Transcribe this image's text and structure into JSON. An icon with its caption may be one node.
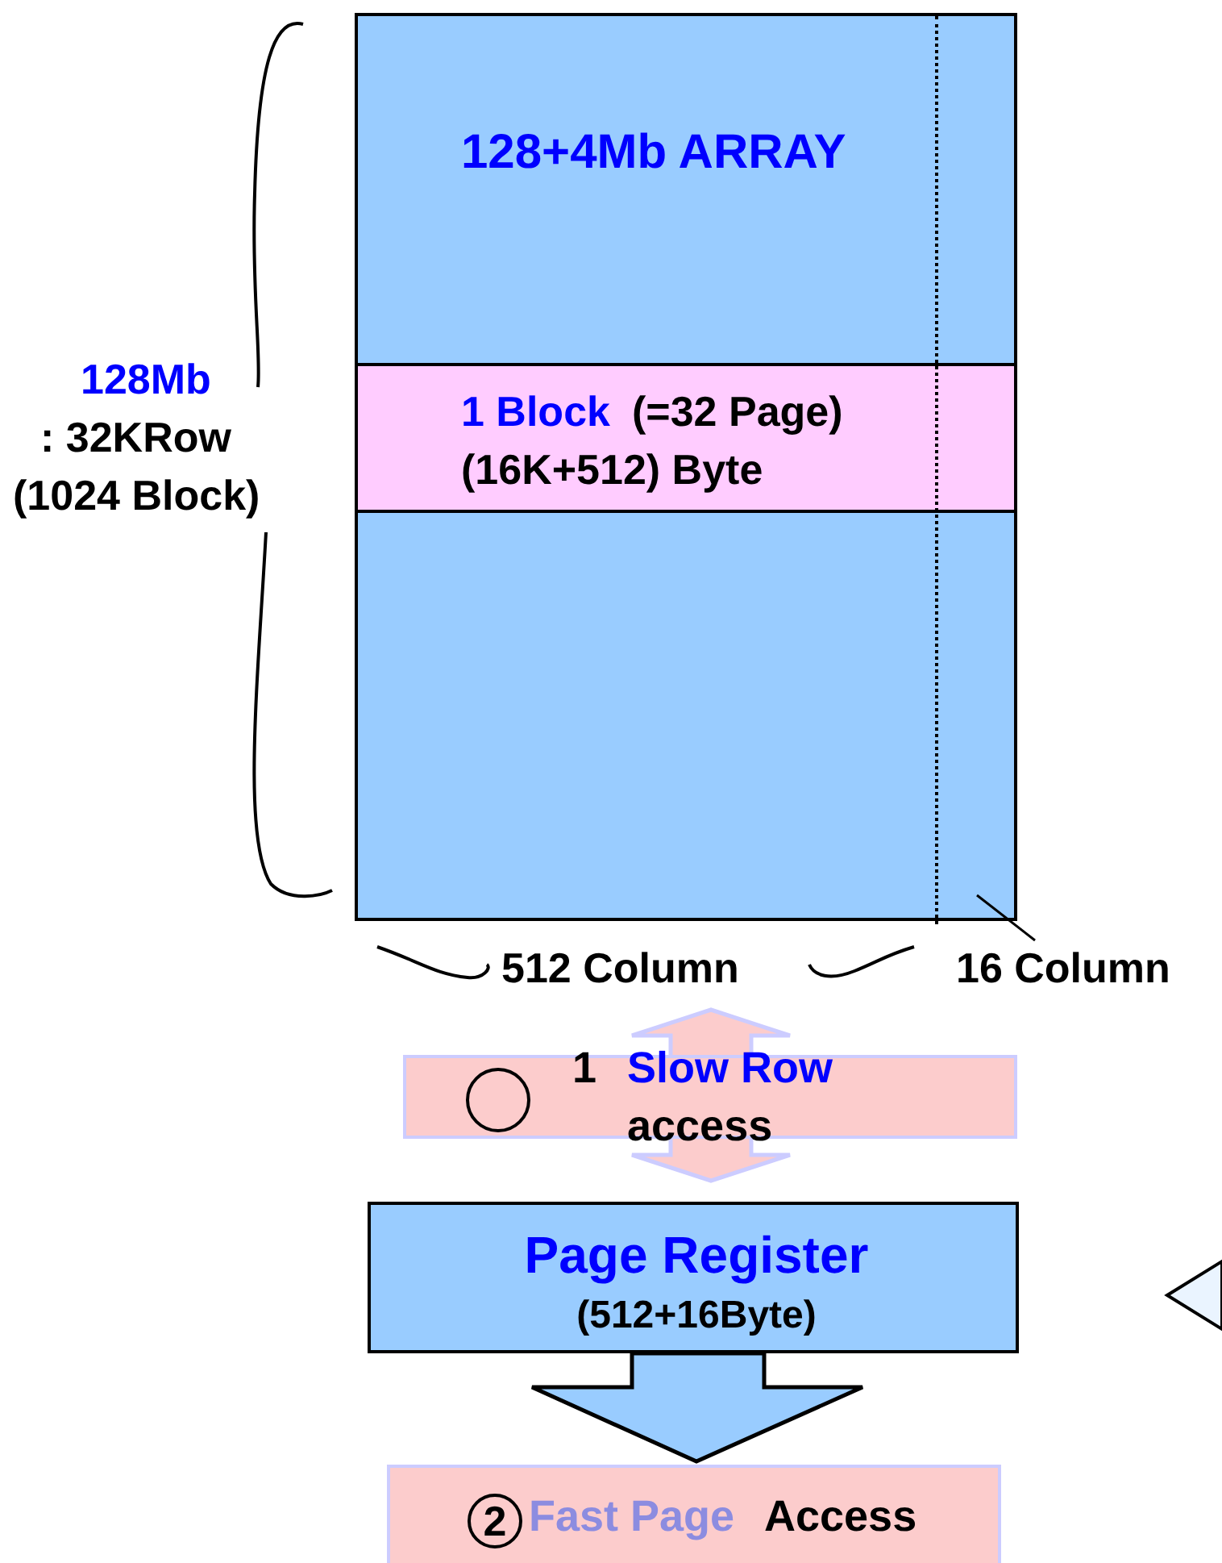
{
  "diagram": {
    "nodes": [
      {
        "text": [
          "128+4Mb ARRAY"
        ]
      },
      {
        "text": [
          "1 Block",
          "(=32 Page)",
          "(16K+512) Byte"
        ],
        "in": 0
      },
      {
        "text": [],
        "shape": "box",
        "in": 0
      },
      {
        "text": [
          "16 Column"
        ]
      },
      {
        "text": [
          "1",
          "Slow Row",
          "access"
        ]
      },
      {
        "text": [
          "Page Register",
          "(512+16Byte)"
        ]
      },
      {
        "text": [
          "2",
          "Fast Page",
          "Access"
        ]
      },
      {
        "text": [],
        "shape": "arrow"
      }
    ],
    "edges": [
      {
        "from": 3,
        "to": 2,
        "arrow": "none"
      },
      {
        "from": 0,
        "to": 5,
        "arrow": "both",
        "style": "thick",
        "color": "#ccccff"
      },
      {
        "from": 5,
        "to": 6,
        "arrow": "to",
        "style": "thick"
      }
    ],
    "labels": [
      "128Mb",
      ": 32KRow",
      "(1024 Block)",
      "512 Column"
    ]
  }
}
